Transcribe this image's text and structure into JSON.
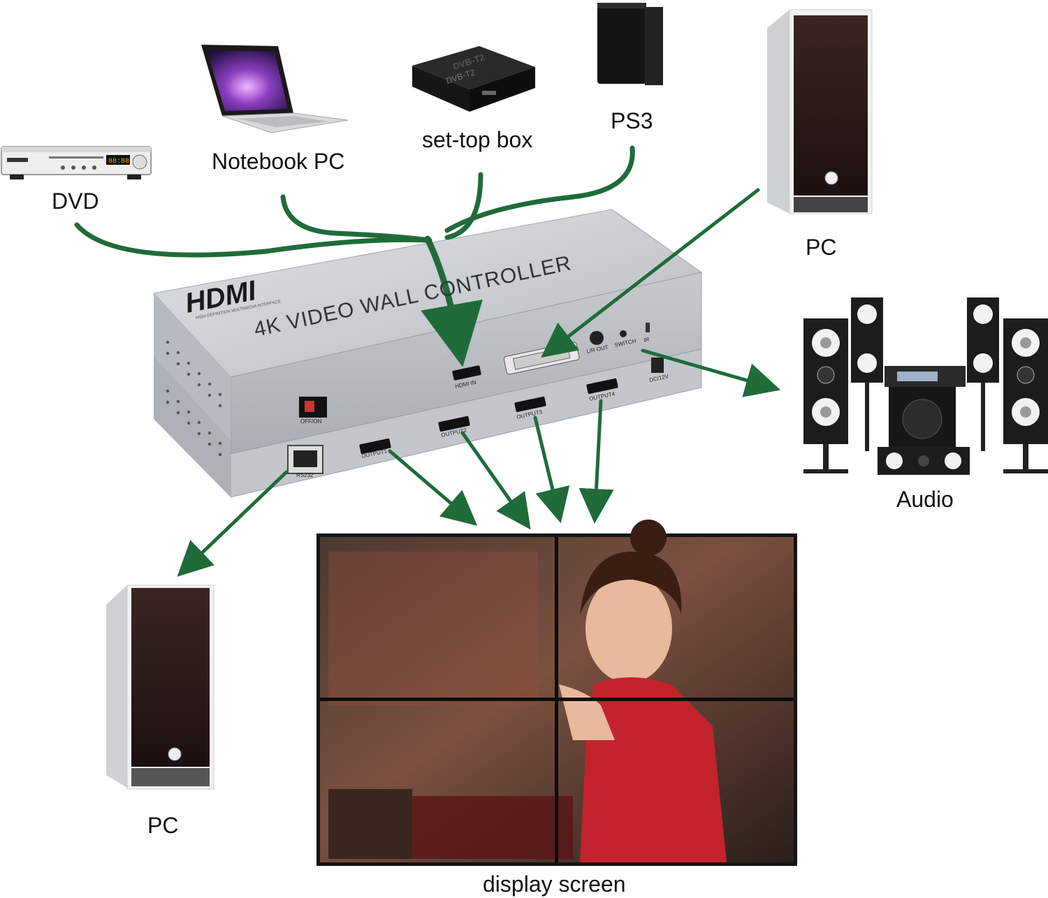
{
  "devices": {
    "dvd": {
      "label": "DVD",
      "icon": "dvd-player-icon"
    },
    "notebook": {
      "label": "Notebook PC",
      "icon": "laptop-icon"
    },
    "settop": {
      "label": "set-top box",
      "icon": "set-top-box-icon",
      "brand_text": "DVB-T2"
    },
    "ps3": {
      "label": "PS3",
      "icon": "game-console-icon"
    },
    "pc_top": {
      "label": "PC",
      "icon": "pc-tower-icon"
    },
    "audio": {
      "label": "Audio",
      "icon": "speaker-system-icon"
    },
    "pc_bottom": {
      "label": "PC",
      "icon": "pc-tower-icon"
    },
    "display": {
      "label": "display screen",
      "icon": "video-wall-icon"
    }
  },
  "controller": {
    "logo": "HDMI",
    "logo_tagline": "HIGH-DEFINITION MULTIMEDIA INTERFACE",
    "title": "4K VIDEO WALL CONTROLLER",
    "ports": {
      "hdmi_in": "HDMI IN",
      "lr_out": "L/R OUT",
      "switch": "SWITCH",
      "ir": "IR",
      "dc": "DC/12V",
      "power": "OFF/ON",
      "rs232": "RS232",
      "out1": "OUTPUT1",
      "out2": "OUTPUT2",
      "out3": "OUTPUT3",
      "out4": "OUTPUT4"
    }
  },
  "colors": {
    "arrow": "#1f6b3a",
    "case": "#c9ccd1",
    "case_dark": "#9ea3aa",
    "bezel": "#141414"
  }
}
